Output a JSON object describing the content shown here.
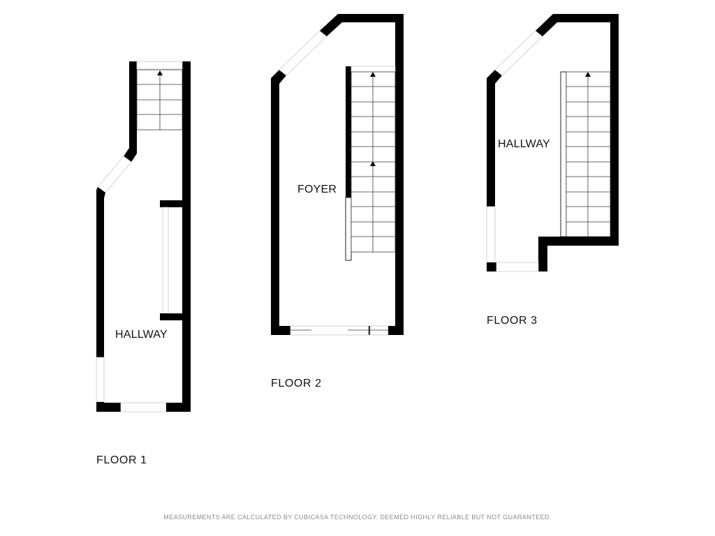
{
  "colors": {
    "wall": "#000000",
    "background": "#ffffff",
    "disclaimer_text": "#8a8a8a"
  },
  "floors": [
    {
      "label": "FLOOR 1",
      "rooms": [
        {
          "label": "HALLWAY"
        }
      ]
    },
    {
      "label": "FLOOR 2",
      "rooms": [
        {
          "label": "FOYER"
        }
      ]
    },
    {
      "label": "FLOOR 3",
      "rooms": [
        {
          "label": "HALLWAY"
        }
      ]
    }
  ],
  "disclaimer": "MEASUREMENTS ARE CALCULATED BY CUBICASA TECHNOLOGY. DEEMED HIGHLY RELIABLE BUT NOT GUARANTEED."
}
